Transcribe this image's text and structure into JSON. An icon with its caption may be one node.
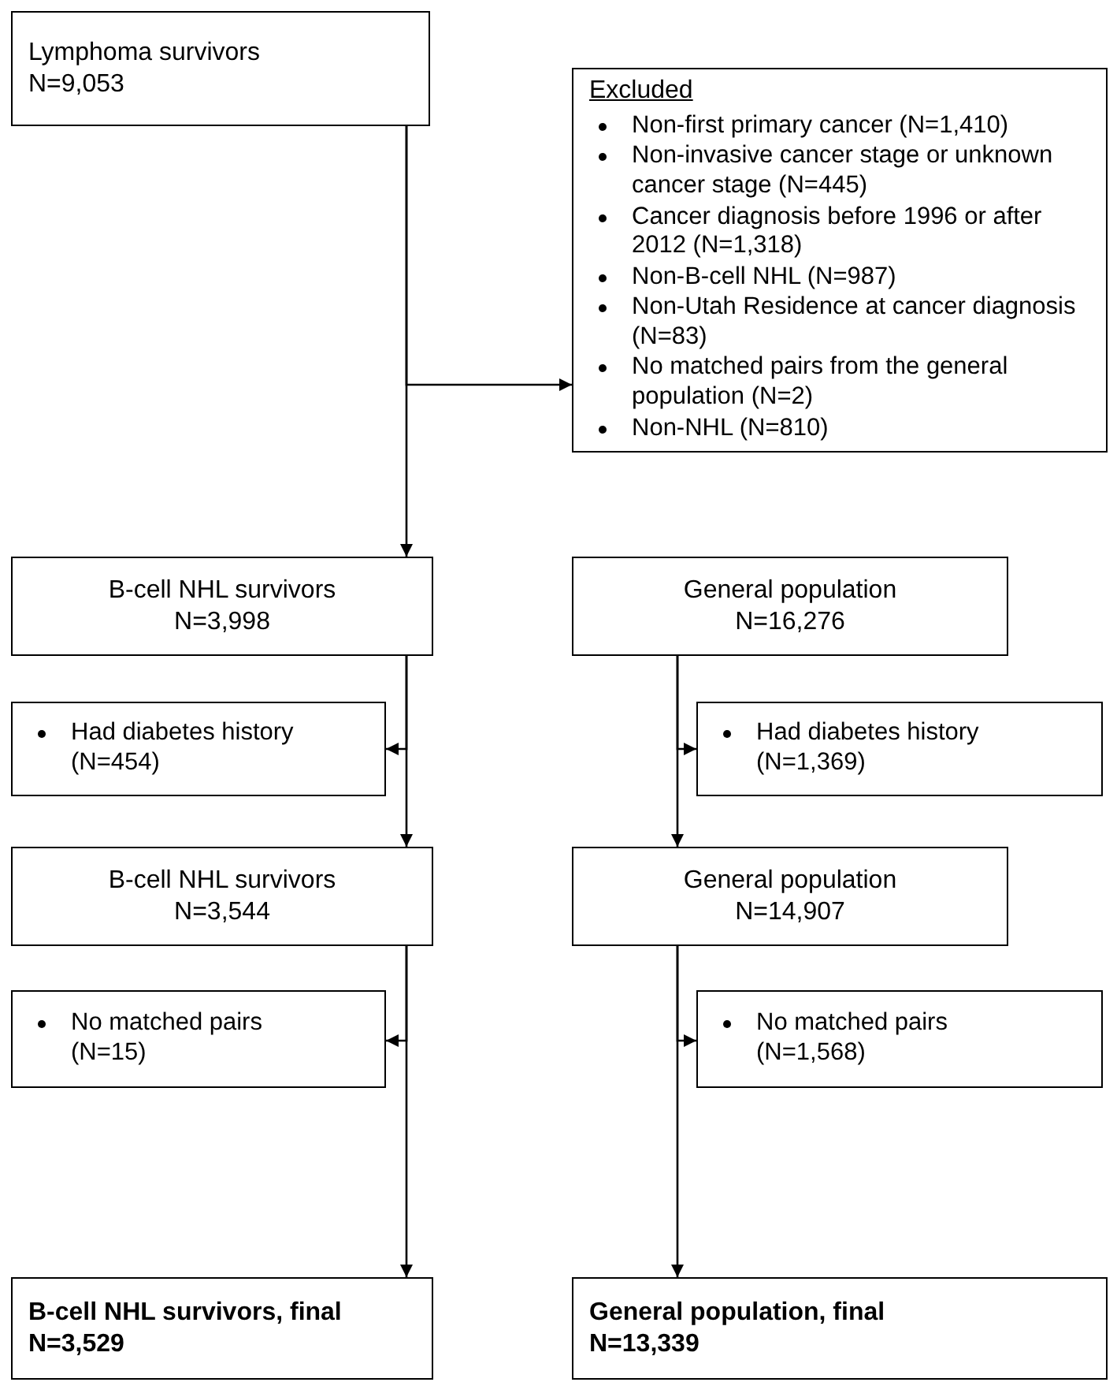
{
  "diagram": {
    "nodes": [
      {
        "text": [
          "Lymphoma survivors",
          "N=9,053"
        ]
      },
      {
        "text": [
          "Excluded",
          "Non-first primary cancer (N=1,410)",
          "Non-invasive cancer stage or unknown cancer stage (N=445)",
          "Cancer diagnosis before 1996 or after 2012 (N=1,318)",
          "Non-B-cell NHL (N=987)",
          "Non-Utah Residence at cancer diagnosis (N=83)",
          "No matched pairs from the general population (N=2)",
          "Non-NHL (N=810)"
        ]
      },
      {
        "text": [
          "B-cell NHL survivors",
          "N=3,998"
        ]
      },
      {
        "text": [
          "General population",
          "N=16,276"
        ]
      },
      {
        "text": [
          "Had diabetes history (N=454)"
        ]
      },
      {
        "text": [
          "Had diabetes history (N=1,369)"
        ]
      },
      {
        "text": [
          "B-cell NHL survivors",
          "N=3,544"
        ]
      },
      {
        "text": [
          "General population",
          "N=14,907"
        ]
      },
      {
        "text": [
          "No matched pairs (N=15)"
        ]
      },
      {
        "text": [
          "No matched pairs (N=1,568)"
        ]
      },
      {
        "text": [
          "B-cell NHL survivors, final",
          "N=3,529"
        ]
      },
      {
        "text": [
          "General population, final",
          "N=13,339"
        ]
      }
    ],
    "edges": [
      {
        "from": 0,
        "to": 2,
        "arrow": "to"
      },
      {
        "from": 0,
        "to": 1,
        "arrow": "to"
      },
      {
        "from": 2,
        "to": 6,
        "arrow": "to"
      },
      {
        "from": 2,
        "to": 4,
        "arrow": "to"
      },
      {
        "from": 3,
        "to": 7,
        "arrow": "to"
      },
      {
        "from": 3,
        "to": 5,
        "arrow": "to"
      },
      {
        "from": 6,
        "to": 10,
        "arrow": "to"
      },
      {
        "from": 6,
        "to": 8,
        "arrow": "to"
      },
      {
        "from": 7,
        "to": 11,
        "arrow": "to"
      },
      {
        "from": 7,
        "to": 9,
        "arrow": "to"
      }
    ]
  }
}
